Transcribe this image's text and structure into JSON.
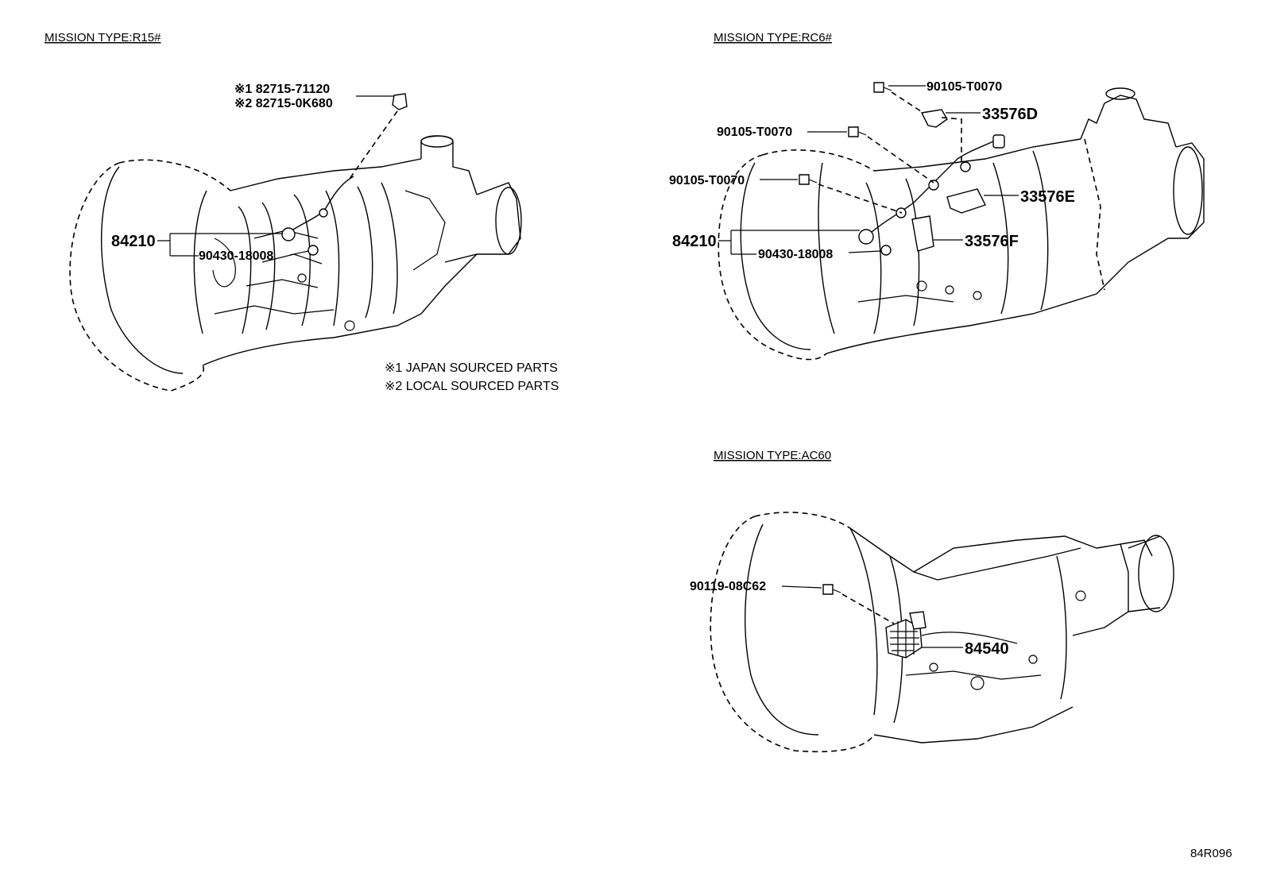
{
  "sections": [
    {
      "key": "r15",
      "title": "MISSION TYPE:R15#"
    },
    {
      "key": "rc6",
      "title": "MISSION TYPE:RC6#"
    },
    {
      "key": "ac60",
      "title": "MISSION TYPE:AC60"
    }
  ],
  "r15": {
    "callouts": {
      "sensor_japan": "※1 82715-71120",
      "sensor_local": "※2 82715-0K680",
      "switch": "84210",
      "gasket": "90430-18008"
    },
    "notes": [
      "※1 JAPAN SOURCED PARTS",
      "※2 LOCAL SOURCED PARTS"
    ]
  },
  "rc6": {
    "callouts": {
      "bolt_top": "90105-T0070",
      "bracket_d": "33576D",
      "bolt_mid": "90105-T0070",
      "bolt_low": "90105-T0070",
      "bracket_e": "33576E",
      "switch": "84210",
      "gasket": "90430-18008",
      "bracket_f": "33576F"
    }
  },
  "ac60": {
    "callouts": {
      "bolt": "90119-08C62",
      "switch": "84540"
    }
  },
  "figure_id": "84R096"
}
